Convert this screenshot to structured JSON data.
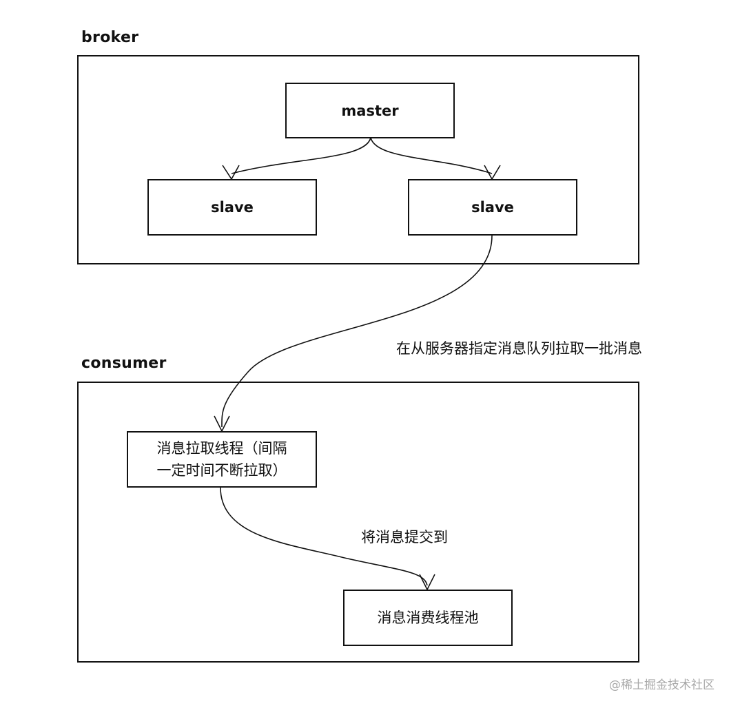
{
  "groups": {
    "broker": "broker",
    "consumer": "consumer"
  },
  "nodes": {
    "master": "master",
    "slave_left": "slave",
    "slave_right": "slave",
    "pull_thread_line1": "消息拉取线程（间隔",
    "pull_thread_line2": "一定时间不断拉取）",
    "consume_pool": "消息消费线程池"
  },
  "edges": {
    "pull_from_broker": "在从服务器指定消息队列拉取一批消息",
    "submit_to_pool": "将消息提交到"
  },
  "watermark": "@稀土掘金技术社区"
}
